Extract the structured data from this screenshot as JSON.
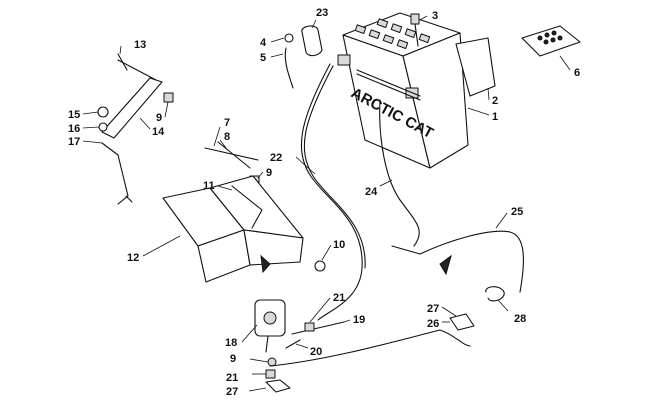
{
  "diagram": {
    "brand_text": "ARCTIC CAT",
    "callouts": [
      "1",
      "2",
      "3",
      "4",
      "5",
      "6",
      "7",
      "8",
      "9",
      "9",
      "9",
      "10",
      "11",
      "12",
      "13",
      "14",
      "15",
      "16",
      "17",
      "18",
      "19",
      "20",
      "21",
      "21",
      "22",
      "23",
      "24",
      "25",
      "26",
      "27",
      "27",
      "28"
    ]
  }
}
